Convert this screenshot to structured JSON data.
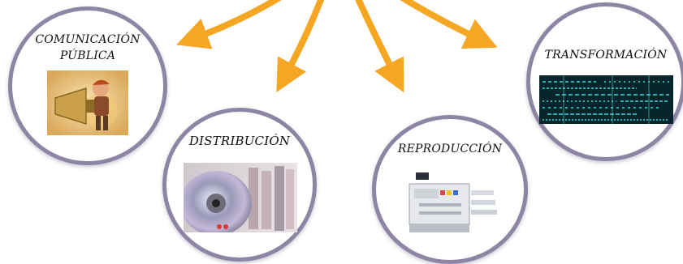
{
  "diagram": {
    "arrow_color": "#f5a623",
    "ring_color": "#8d85a3",
    "nodes": [
      {
        "lines": [
          "COMUNICACIÓN",
          "PÚBLICA"
        ],
        "icon": "megaphone-icon"
      },
      {
        "lines": [
          "DISTRIBUCIÓN"
        ],
        "icon": "compact-disc-icon"
      },
      {
        "lines": [
          "REPRODUCCIÓN"
        ],
        "icon": "copier-machine-icon"
      },
      {
        "lines": [
          "TRANSFORMACIÓN"
        ],
        "icon": "binary-code-icon"
      }
    ]
  }
}
